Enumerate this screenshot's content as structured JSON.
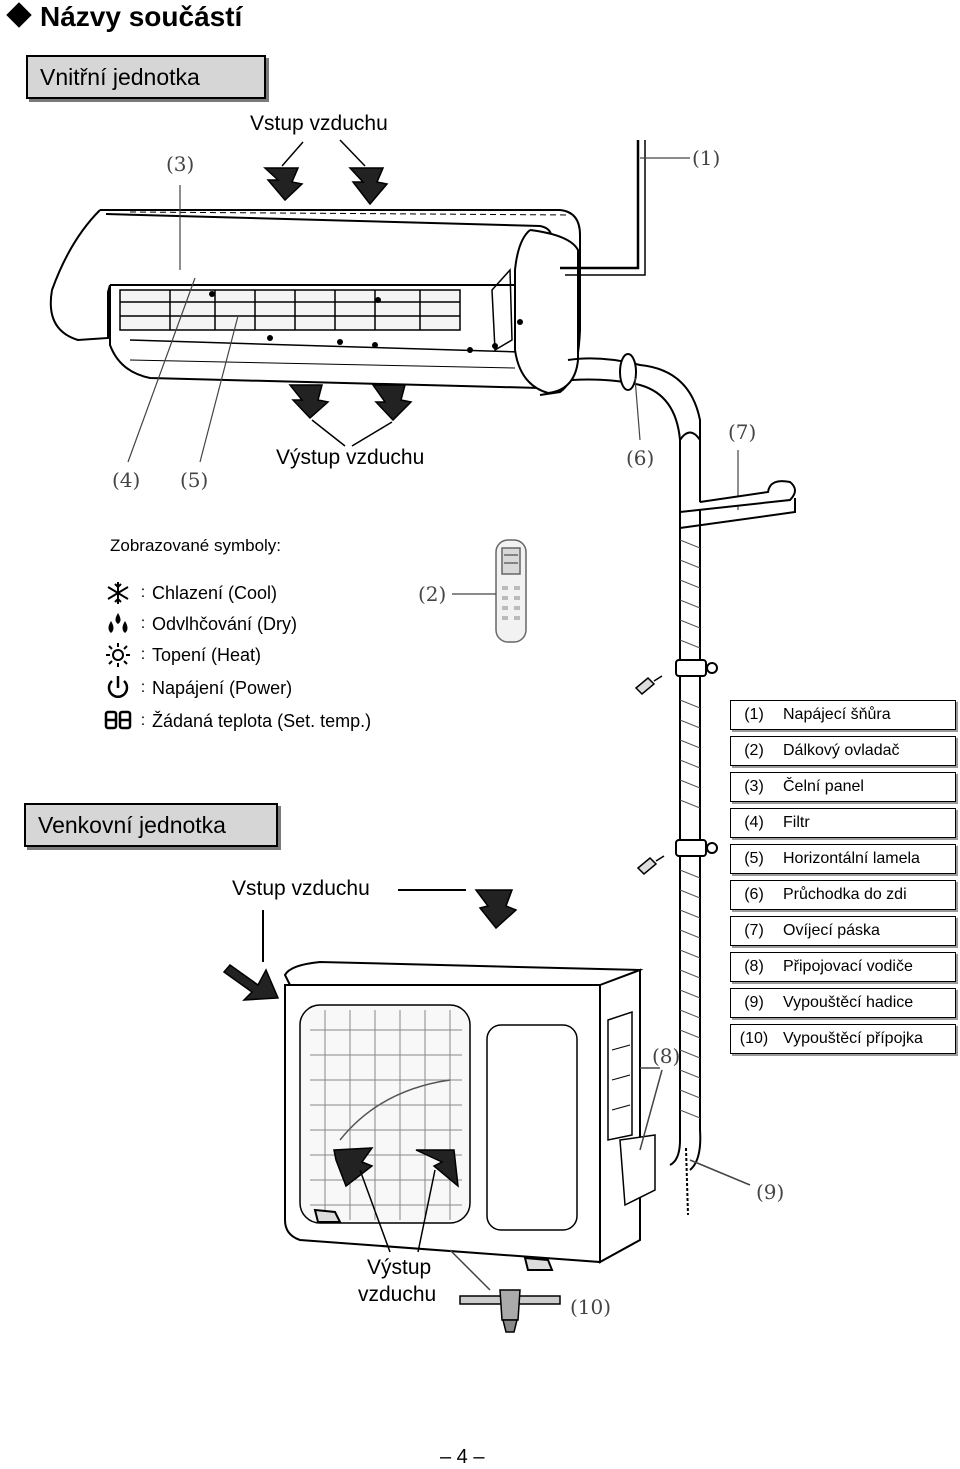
{
  "page_title": "Názvy součástí",
  "indoor_label": "Vnitřní jednotka",
  "outdoor_label": "Venkovní jednotka",
  "indoor_air_in": "Vstup vzduchu",
  "indoor_air_out": "Výstup vzduchu",
  "outdoor_air_in": "Vstup vzduchu",
  "outdoor_air_out_line1": "Výstup",
  "outdoor_air_out_line2": "vzduchu",
  "symbols_heading": "Zobrazované symboly:",
  "symbols": [
    {
      "icon": "snowflake-icon",
      "label": "Chlazení (Cool)"
    },
    {
      "icon": "water-drops-icon",
      "label": "Odvlhčování (Dry)"
    },
    {
      "icon": "sun-icon",
      "label": "Topení (Heat)"
    },
    {
      "icon": "power-icon",
      "label": "Napájení (Power)"
    },
    {
      "icon": "digits-icon",
      "label": "Žádaná teplota (Set. temp.)"
    }
  ],
  "symbol_separator": ":",
  "callouts": {
    "c1": "(1)",
    "c2": "(2)",
    "c3": "(3)",
    "c4": "(4)",
    "c5": "(5)",
    "c6": "(6)",
    "c7": "(7)",
    "c8": "(8)",
    "c9": "(9)",
    "c10": "(10)"
  },
  "legend": [
    {
      "num": "(1)",
      "text": "Napájecí šňůra"
    },
    {
      "num": "(2)",
      "text": "Dálkový ovladač"
    },
    {
      "num": "(3)",
      "text": "Čelní panel"
    },
    {
      "num": "(4)",
      "text": "Filtr"
    },
    {
      "num": "(5)",
      "text": "Horizontální lamela"
    },
    {
      "num": "(6)",
      "text": "Průchodka do zdi"
    },
    {
      "num": "(7)",
      "text": "Ovíjecí páska"
    },
    {
      "num": "(8)",
      "text": "Připojovací vodiče"
    },
    {
      "num": "(9)",
      "text": "Vypouštěcí hadice"
    },
    {
      "num": "(10)",
      "text": "Vypouštěcí přípojka"
    }
  ],
  "page_number": "– 4 –"
}
